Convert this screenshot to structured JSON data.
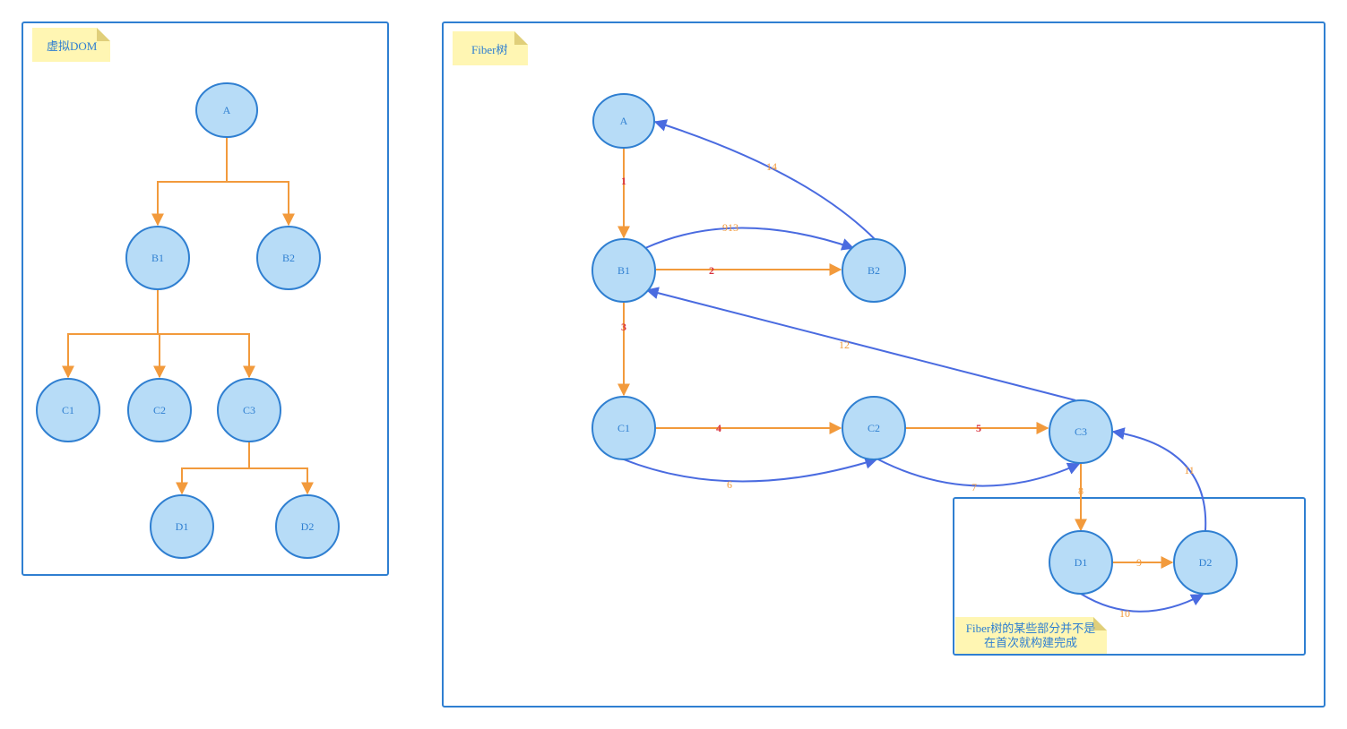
{
  "left_panel": {
    "note": "虚拟DOM",
    "nodes": {
      "A": "A",
      "B1": "B1",
      "B2": "B2",
      "C1": "C1",
      "C2": "C2",
      "C3": "C3",
      "D1": "D1",
      "D2": "D2"
    }
  },
  "right_panel": {
    "note": "Fiber树",
    "nodes": {
      "A": "A",
      "B1": "B1",
      "B2": "B2",
      "C1": "C1",
      "C2": "C2",
      "C3": "C3",
      "D1": "D1",
      "D2": "D2"
    },
    "edge_labels": {
      "e1": "1",
      "e2": "2",
      "e3": "3",
      "e4": "4",
      "e5": "5",
      "e6": "6",
      "e7": "7",
      "e8": "8",
      "e9": "9",
      "e10": "10",
      "e11": "11",
      "e12": "12",
      "e13": "913",
      "e14": "14"
    },
    "sub_note": {
      "line1": "Fiber树的某些部分并不是",
      "line2": "在首次就构建完成"
    }
  },
  "colors": {
    "frame": "#2f7fd1",
    "node_fill": "#b7dcf7",
    "tree_edge": "#f29a3c",
    "return_edge": "#4a6be0",
    "step_label": "#d9313d",
    "note_fill": "#fff6b3"
  }
}
